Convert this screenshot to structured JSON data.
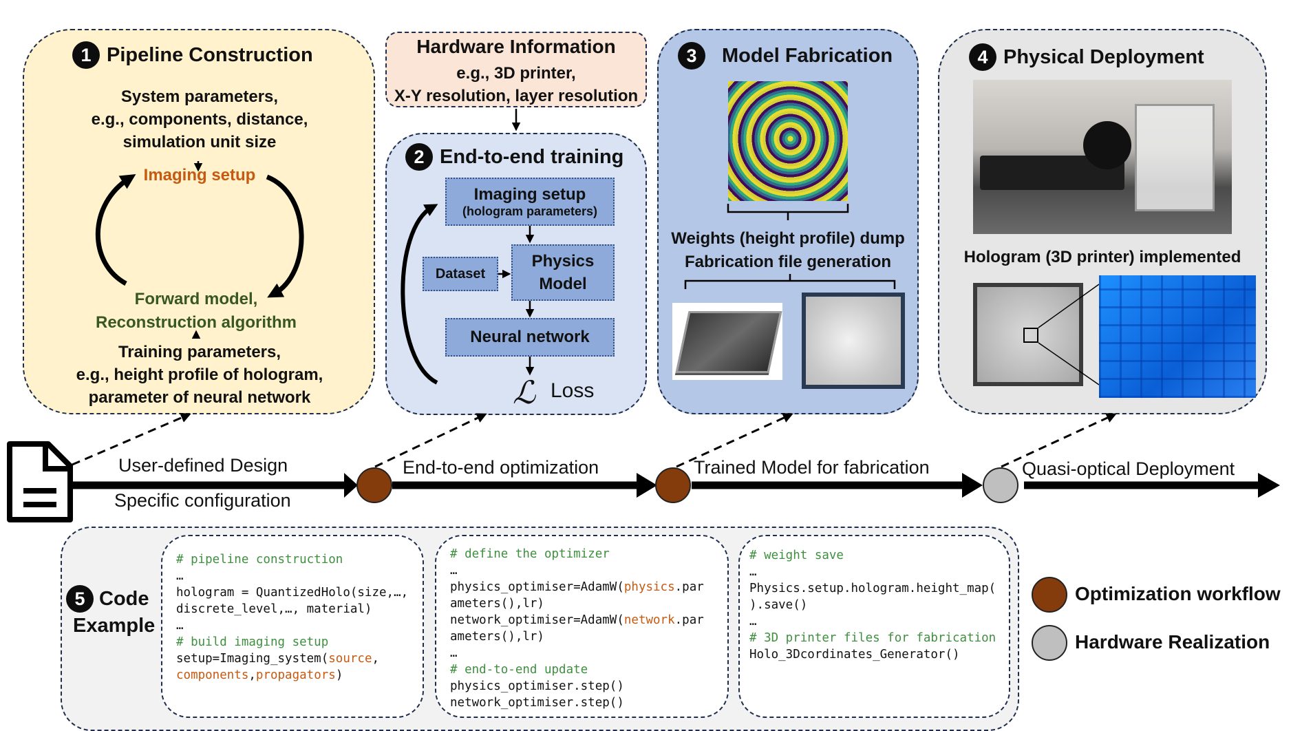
{
  "panel1": {
    "number": "1",
    "title": "Pipeline Construction",
    "sys_params": [
      "System parameters,",
      "e.g., components, distance,",
      "simulation unit size"
    ],
    "imaging_setup": "Imaging setup",
    "forward_model": [
      "Forward model,",
      "Reconstruction algorithm"
    ],
    "training_params": [
      "Training parameters,",
      "e.g., height profile of hologram,",
      "parameter of neural network"
    ]
  },
  "hardware": {
    "title": "Hardware Information",
    "lines": [
      "e.g., 3D printer,",
      "X-Y resolution, layer resolution"
    ]
  },
  "panel2": {
    "number": "2",
    "title": "End-to-end training",
    "imaging_setup": "Imaging setup",
    "imaging_sub": "(hologram parameters)",
    "dataset": "Dataset",
    "physics_model": [
      "Physics",
      "Model"
    ],
    "neural_network": "Neural network",
    "loss_symbol": "ℒ",
    "loss_label": "Loss"
  },
  "panel3": {
    "number": "3",
    "title": "Model Fabrication",
    "caption": [
      "Weights (height profile) dump",
      "Fabrication file generation"
    ]
  },
  "panel4": {
    "number": "4",
    "title": "Physical Deployment",
    "caption": "Hologram (3D printer) implemented"
  },
  "flow": {
    "design_top": "User-defined Design",
    "design_bottom": "Specific configuration",
    "e2e": "End-to-end optimization",
    "trained": "Trained Model for fabrication",
    "deploy": "Quasi-optical Deployment"
  },
  "code": {
    "number": "5",
    "label": [
      "Code",
      "Example"
    ],
    "box1": {
      "comment1": "# pipeline construction",
      "line1": "…",
      "line2": "hologram = QuantizedHolo(size,…,",
      "line3": "discrete_level,…, material)",
      "line4": "…",
      "comment2": "# build imaging setup",
      "line5a": "setup=Imaging_system(",
      "line5b": "source",
      "line5c": ",",
      "line6a": "components",
      "line6b": ",",
      "line6c": "propagators",
      "line6d": ")"
    },
    "box2": {
      "comment1": "# define the optimizer",
      "line1": "…",
      "line2a": "physics_optimiser=AdamW(",
      "line2b": "physics",
      "line2c": ".par",
      "line3": "ameters(),lr)",
      "line4a": "network_optimiser=AdamW(",
      "line4b": "network",
      "line4c": ".par",
      "line5": "ameters(),lr)",
      "line6": "…",
      "comment2": "# end-to-end update",
      "line7": "physics_optimiser.step()",
      "line8": "network_optimiser.step()"
    },
    "box3": {
      "comment1": "# weight save",
      "line1": "…",
      "line2": "Physics.setup.hologram.height_map(",
      "line3": ").save()",
      "line4": "…",
      "comment2": "# 3D printer files for fabrication",
      "line5": "Holo_3Dcordinates_Generator()"
    }
  },
  "legend": {
    "optimization": "Optimization workflow",
    "hardware": "Hardware Realization"
  },
  "colors": {
    "panel1_bg": "#fff2cc",
    "hardware_bg": "#fbe5d6",
    "panel2_bg": "#dae3f3",
    "panel3_bg": "#b4c7e7",
    "panel4_bg": "#e7e6e6",
    "code_bg": "#f2f2f2",
    "optim_node": "#843c0c",
    "hardware_node": "#bfbfbf",
    "orange_text": "#c55a11",
    "green_text": "#385723",
    "box_blue": "#8eaadb"
  }
}
